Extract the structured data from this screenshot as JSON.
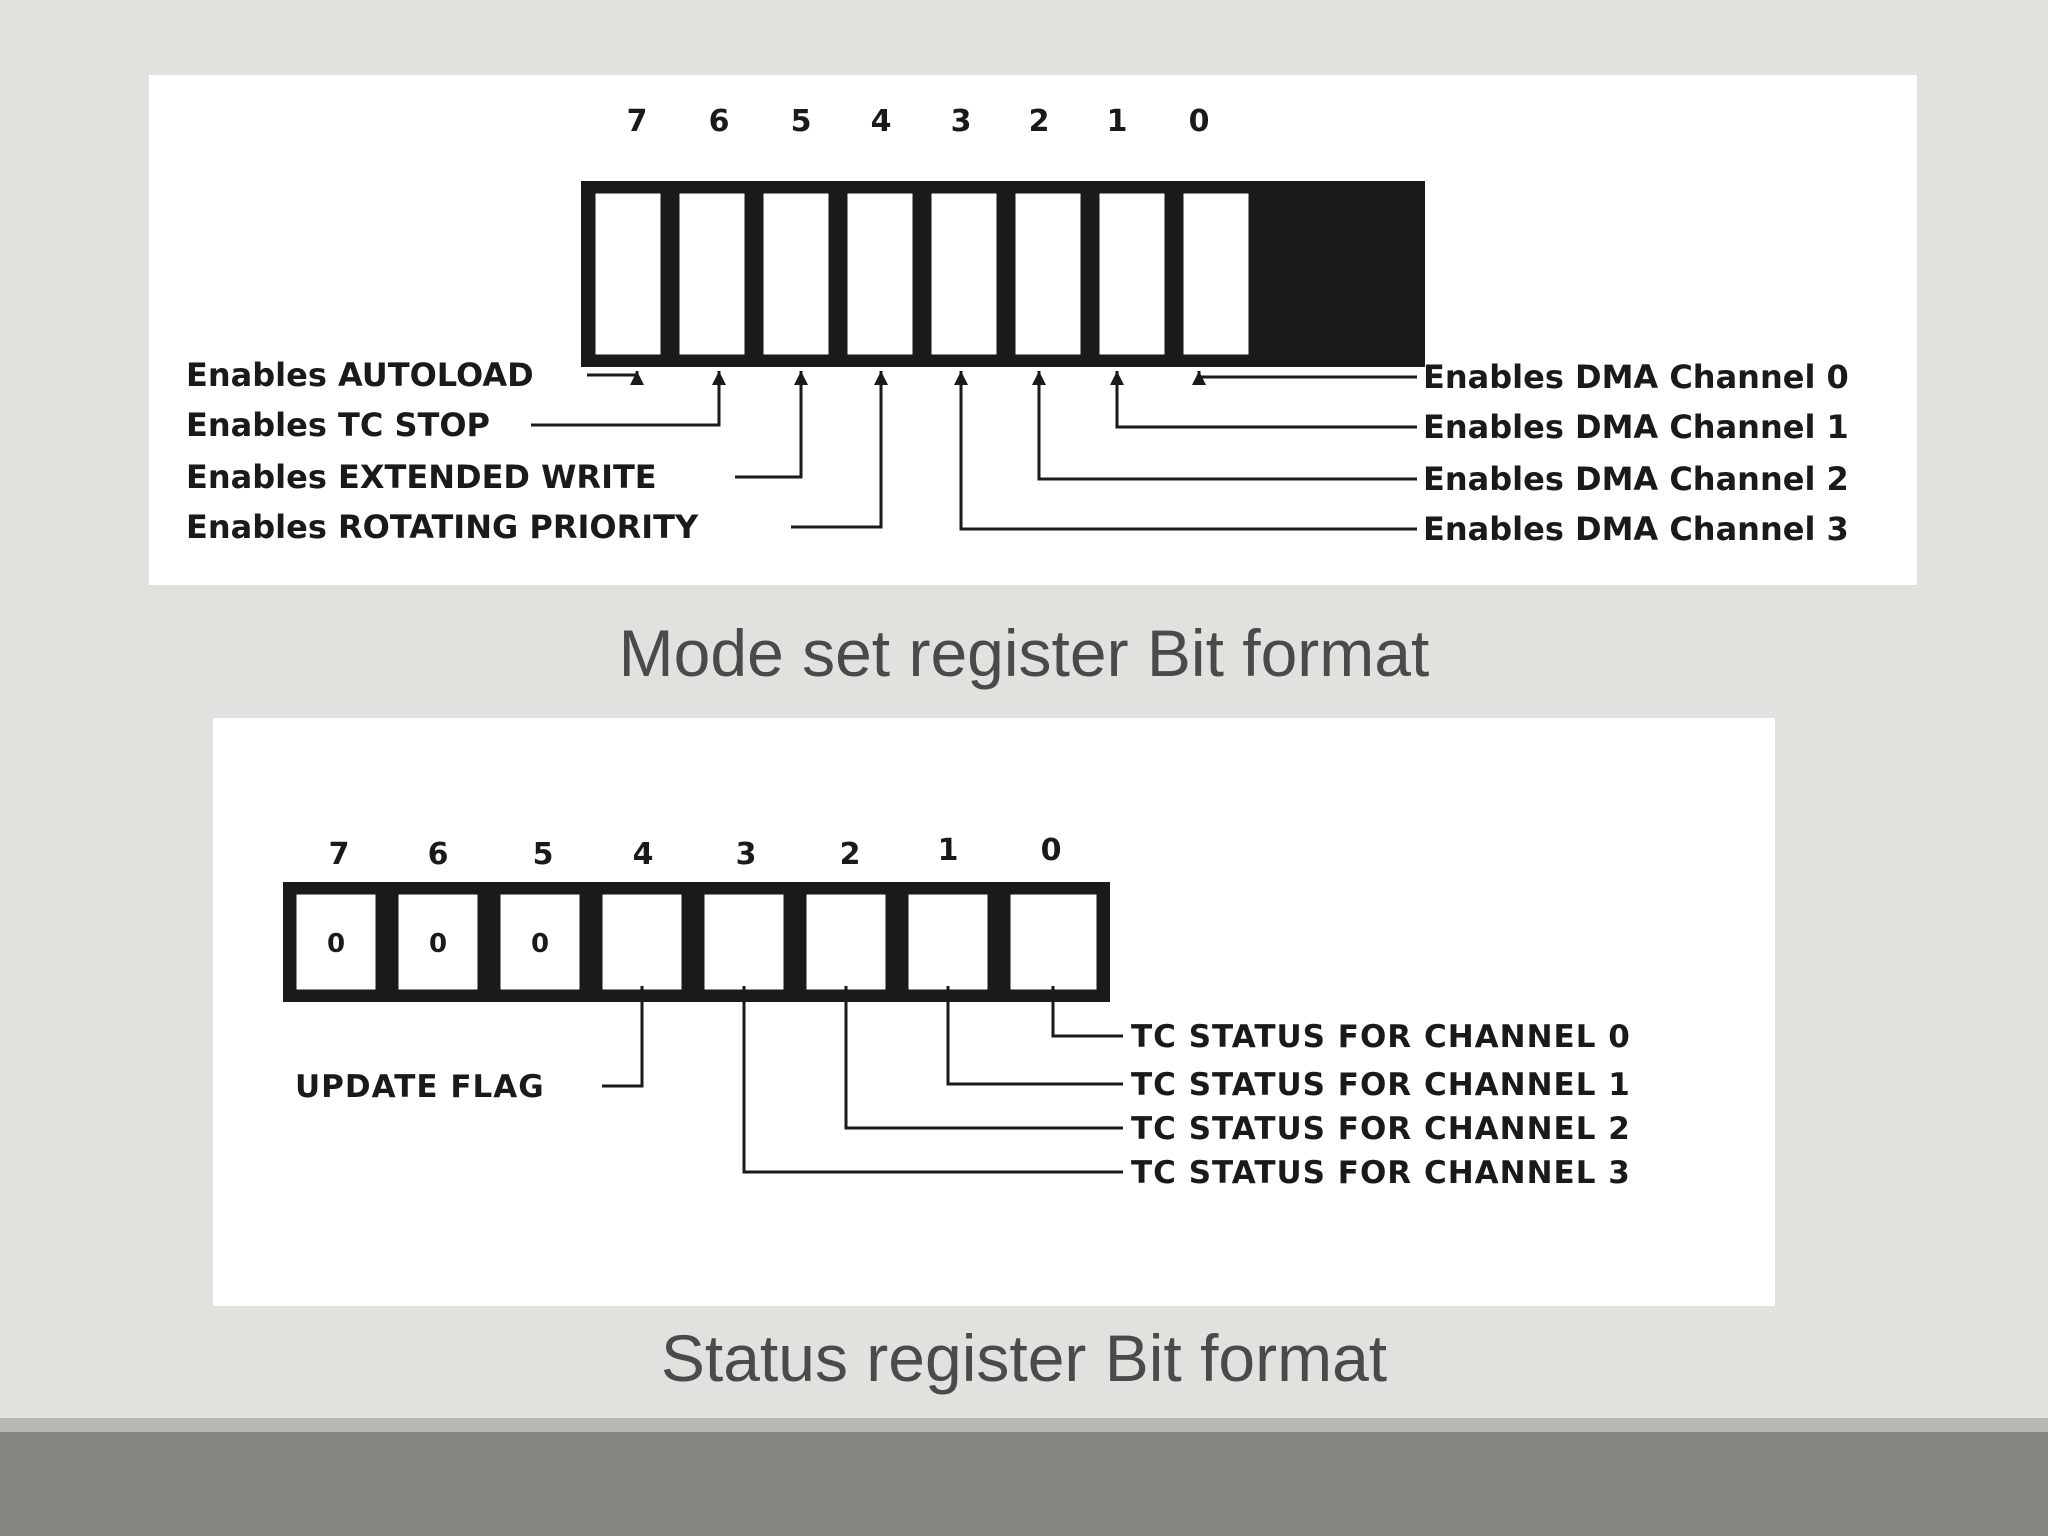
{
  "mode_register": {
    "bit_numbers": [
      "7",
      "6",
      "5",
      "4",
      "3",
      "2",
      "1",
      "0"
    ],
    "left_labels": [
      "Enables AUTOLOAD",
      "Enables TC STOP",
      "Enables EXTENDED WRITE",
      "Enables ROTATING PRIORITY"
    ],
    "right_labels": [
      "Enables DMA Channel 0",
      "Enables DMA Channel 1",
      "Enables DMA Channel 2",
      "Enables DMA Channel 3"
    ],
    "caption": "Mode set register Bit format"
  },
  "status_register": {
    "bit_numbers": [
      "7",
      "6",
      "5",
      "4",
      "3",
      "2",
      "1",
      "0"
    ],
    "cell_values": [
      "0",
      "0",
      "0",
      "",
      "",
      "",
      "",
      ""
    ],
    "left_labels": [
      "UPDATE FLAG"
    ],
    "right_labels": [
      "TC STATUS FOR CHANNEL 0",
      "TC STATUS FOR CHANNEL 1",
      "TC STATUS FOR CHANNEL 2",
      "TC STATUS FOR CHANNEL 3"
    ],
    "caption": "Status register Bit format"
  },
  "colors": {
    "background": "#e1e2dd",
    "panel": "#ffffff",
    "ink": "#1a1a1a",
    "caption": "#4a4a48",
    "footer": "#85867f",
    "footer_line": "#b7b8b2"
  }
}
